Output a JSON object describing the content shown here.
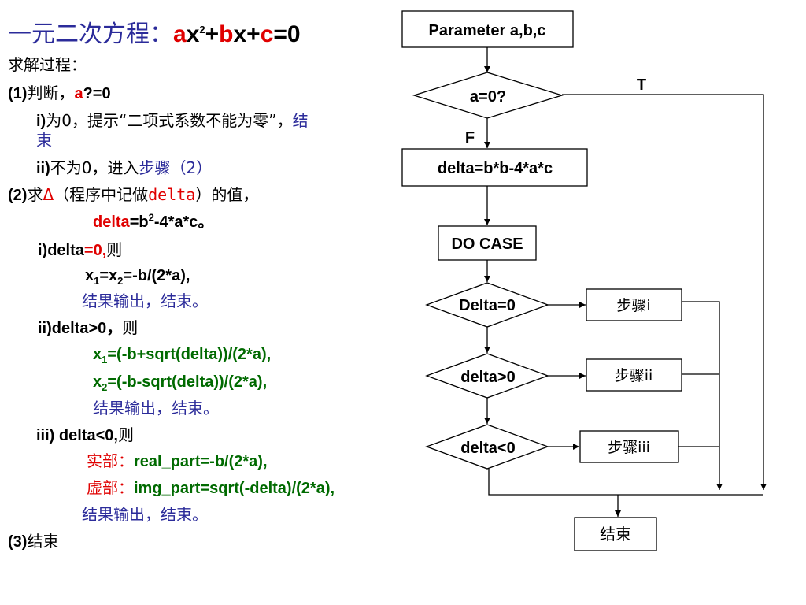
{
  "left": {
    "title_cn": "一元二次方程：",
    "eq_a": "a",
    "eq_x": "x",
    "eq_sup2": "2",
    "eq_plus1": "+",
    "eq_b": "b",
    "eq_x2": "x+",
    "eq_c": "c",
    "eq_end": "=0",
    "line_steps": "求解过程：",
    "s1_label": "(1)",
    "s1_cn": "判断，",
    "s1_a": "a",
    "s1_q": "?=0",
    "s1i_label": "i)",
    "s1i_cn": "为0，提示“二项式系数不能为零”，",
    "s1i_end1": "结",
    "s1i_end2": "束",
    "s1ii_label": "ii)",
    "s1ii_cn": "不为0，进入",
    "s1ii_step": "步骤（2）",
    "s2_label": "(2)",
    "s2_cn1": "求",
    "s2_delta": "Δ",
    "s2_cn2": "（程序中记做",
    "s2_mono": "delta",
    "s2_cn3": "）的值，",
    "d_lhs": "delta",
    "d_eq": "=b",
    "d_sup": "2",
    "d_rest": "-4*a*c。",
    "i_label": "i)delta",
    "i_eq0": "=0,",
    "i_cn": "则",
    "i_x": "x",
    "i_sub1": "1",
    "i_eq": "=x",
    "i_sub2": "2",
    "i_rest": "=-b/(2*a),",
    "i_out": "结果输出，结束。",
    "ii_label": "ii)delta>0，",
    "ii_cn": "则",
    "ii_x1": "x",
    "ii_sub1": "1",
    "ii_f1": "=(-b+sqrt(delta))/(2*a),",
    "ii_x2": "x",
    "ii_sub2": "2",
    "ii_f2": "=(-b-sqrt(delta))/(2*a),",
    "ii_out": "结果输出，结束。",
    "iii_label": "iii) delta<0,",
    "iii_cn": "则",
    "iii_re_cn": "实部：",
    "iii_re": "real_part=-b/(2*a),",
    "iii_im_cn": "虚部：",
    "iii_im": "img_part=sqrt(-delta)/(2*a),",
    "iii_out": "结果输出，结束。",
    "s3_label": "(3)",
    "s3_cn": "结束"
  },
  "flowchart": {
    "start": "Parameter a,b,c",
    "decision1": "a=0?",
    "label_true": "T",
    "label_false": "F",
    "compute": "delta=b*b-4*a*c",
    "docase": "DO CASE",
    "case1": "Delta=0",
    "case2": "delta>0",
    "case3": "delta<0",
    "step1": "步骤i",
    "step2": "步骤ii",
    "step3": "步骤iii",
    "end": "结束"
  }
}
